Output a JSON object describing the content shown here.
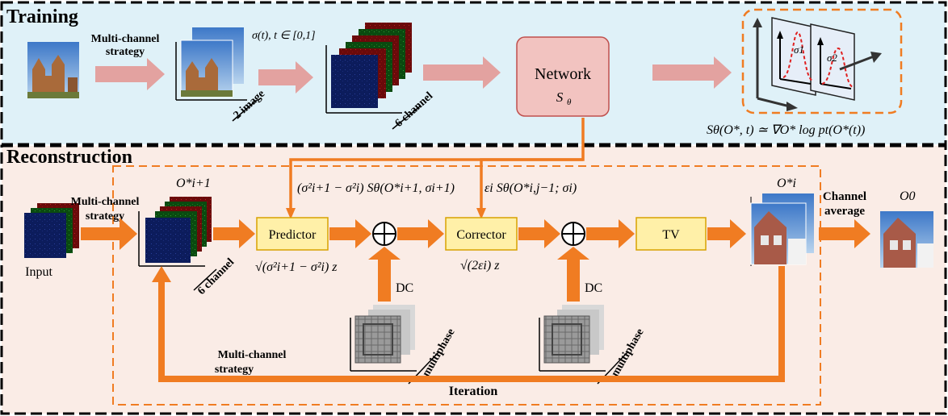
{
  "colors": {
    "training_bg": "#dff1f8",
    "reconstruction_bg": "#faece6",
    "dashed_border": "#000000",
    "orange": "#f07c22",
    "pink_arrow": "#e3a2a0",
    "network_fill": "#f2c3c0",
    "network_stroke": "#c0504d",
    "module_fill": "#fff0a8",
    "module_stroke": "#d8a200",
    "image_blue": "#0c1c5c",
    "sky": "#6aa3d8",
    "brick": "#a85a48"
  },
  "training": {
    "title": "Training",
    "strategy_line1": "Multi-channel",
    "strategy_line2": "strategy",
    "image_count_label": "2 image",
    "sigma_label": "σ(t), t ∈ [0,1]",
    "channel_count_label": "6 channel",
    "network_label": "Network",
    "network_sub": "S",
    "network_sub_index": "θ",
    "sigma1": "σ1",
    "sigma2": "σ2",
    "score_formula": "Sθ(O*, t) ≃ ∇O* log pt(O*(t))"
  },
  "reconstruction": {
    "title": "Reconstruction",
    "input_label": "Input",
    "strategy_line1": "Multi-channel",
    "strategy_line2": "strategy",
    "o_next_label": "O*i+1",
    "channel_count_label": "6 channel",
    "predictor_formula": "(σ²i+1 − σ²i) Sθ(O*i+1, σi+1)",
    "predictor_label": "Predictor",
    "predictor_noise": "√(σ²i+1 − σ²i) z",
    "corrector_formula": "εi Sθ(O*i,j−1; σi)",
    "corrector_label": "Corrector",
    "corrector_noise": "√(2εi) z",
    "tv_label": "TV",
    "dc_label_1": "DC",
    "dc_label_2": "DC",
    "multiphase_1": "multiphase",
    "multiphase_2": "multiphase",
    "o_i_label": "O*i",
    "channel_avg_line1": "Channel",
    "channel_avg_line2": "average",
    "o_0_label": "O0",
    "bottom_strategy_line1": "Multi-channel",
    "bottom_strategy_line2": "strategy",
    "iteration_label": "Iteration",
    "plus_symbol": "⊕"
  }
}
